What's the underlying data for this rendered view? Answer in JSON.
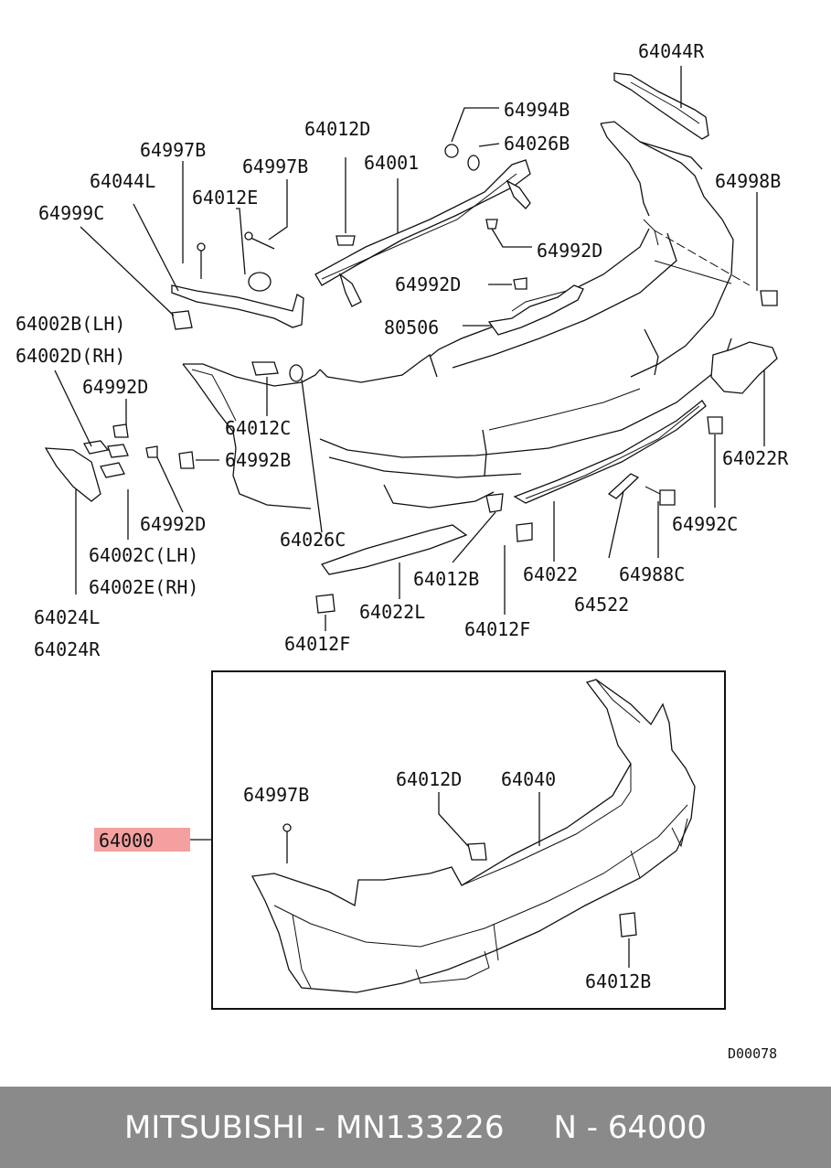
{
  "diagram": {
    "exploded_labels": {
      "l64044R": "64044R",
      "l64994B": "64994B",
      "l64026B": "64026B",
      "l64012D": "64012D",
      "l64001": "64001",
      "l64997B_a": "64997B",
      "l64997B_b": "64997B",
      "l64044L": "64044L",
      "l64012E": "64012E",
      "l64999C": "64999C",
      "l64998B": "64998B",
      "l64992D_a": "64992D",
      "l64992D_b": "64992D",
      "l64992D_c": "64992D",
      "l64002B": "64002B(LH)",
      "l64002D": "64002D(RH)",
      "l80506": "80506",
      "l64012C": "64012C",
      "l64992B": "64992B",
      "l64022R": "64022R",
      "l64992C": "64992C",
      "l64002C": "64002C(LH)",
      "l64002E": "64002E(RH)",
      "l64026C": "64026C",
      "l64012B_a": "64012B",
      "l64022": "64022",
      "l64988C": "64988C",
      "l64522": "64522",
      "l64022L": "64022L",
      "l64012F_a": "64012F",
      "l64012F_b": "64012F",
      "l64024L": "64024L",
      "l64024R": "64024R"
    },
    "assembly_labels": {
      "l64997B": "64997B",
      "l64012D": "64012D",
      "l64040": "64040",
      "l64000": "64000",
      "l64012B": "64012B"
    },
    "highlight_color": "#f4a0a0",
    "diagram_code": "D00078"
  },
  "footer": {
    "text": "MITSUBISHI - MN133226     N - 64000"
  }
}
